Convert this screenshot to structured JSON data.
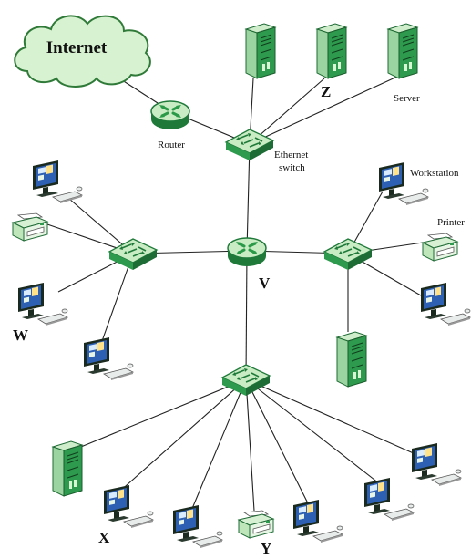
{
  "colors": {
    "cloud_fill": "#d7f2d0",
    "cloud_stroke": "#2f7a38",
    "device_green": "#2e9a4e",
    "device_light": "#cfeccb",
    "device_dark": "#1d6b35",
    "monitor_frame": "#1a2a1e",
    "screen_blue": "#2d5fb3",
    "line": "#222222"
  },
  "labels": {
    "internet": "Internet",
    "router": "Router",
    "ethernet_switch_line1": "Ethernet",
    "ethernet_switch_line2": "switch",
    "server": "Server",
    "workstation": "Workstation",
    "printer": "Printer",
    "z": "Z",
    "v": "V",
    "w": "W",
    "x": "X",
    "y": "Y"
  },
  "nodes": {
    "internet": {
      "type": "cloud"
    },
    "router_top": {
      "type": "router"
    },
    "router_v": {
      "type": "router"
    },
    "switch_top": {
      "type": "switch"
    },
    "switch_left": {
      "type": "switch"
    },
    "switch_right": {
      "type": "switch"
    },
    "switch_bottom": {
      "type": "switch"
    },
    "server_top1": {
      "type": "server"
    },
    "server_z": {
      "type": "server"
    },
    "server_top3": {
      "type": "server"
    },
    "ws_left_top": {
      "type": "workstation"
    },
    "printer_left": {
      "type": "printer"
    },
    "ws_w": {
      "type": "workstation"
    },
    "ws_left_bottom": {
      "type": "workstation"
    },
    "ws_right_top": {
      "type": "workstation"
    },
    "printer_right": {
      "type": "printer"
    },
    "ws_right_bottom": {
      "type": "workstation"
    },
    "server_right": {
      "type": "server"
    },
    "server_bottom": {
      "type": "server"
    },
    "ws_x": {
      "type": "workstation"
    },
    "ws_b2": {
      "type": "workstation"
    },
    "printer_y": {
      "type": "printer"
    },
    "ws_b4": {
      "type": "workstation"
    },
    "ws_b5": {
      "type": "workstation"
    },
    "ws_b6": {
      "type": "workstation"
    }
  },
  "links": [
    [
      "internet",
      "router_top"
    ],
    [
      "router_top",
      "switch_top"
    ],
    [
      "switch_top",
      "server_top1"
    ],
    [
      "switch_top",
      "server_z"
    ],
    [
      "switch_top",
      "server_top3"
    ],
    [
      "switch_top",
      "router_v"
    ],
    [
      "router_v",
      "switch_left"
    ],
    [
      "router_v",
      "switch_right"
    ],
    [
      "router_v",
      "switch_bottom"
    ],
    [
      "switch_left",
      "ws_left_top"
    ],
    [
      "switch_left",
      "printer_left"
    ],
    [
      "switch_left",
      "ws_w"
    ],
    [
      "switch_left",
      "ws_left_bottom"
    ],
    [
      "switch_right",
      "ws_right_top"
    ],
    [
      "switch_right",
      "printer_right"
    ],
    [
      "switch_right",
      "ws_right_bottom"
    ],
    [
      "switch_right",
      "server_right"
    ],
    [
      "switch_bottom",
      "server_bottom"
    ],
    [
      "switch_bottom",
      "ws_x"
    ],
    [
      "switch_bottom",
      "ws_b2"
    ],
    [
      "switch_bottom",
      "printer_y"
    ],
    [
      "switch_bottom",
      "ws_b4"
    ],
    [
      "switch_bottom",
      "ws_b5"
    ],
    [
      "switch_bottom",
      "ws_b6"
    ]
  ]
}
